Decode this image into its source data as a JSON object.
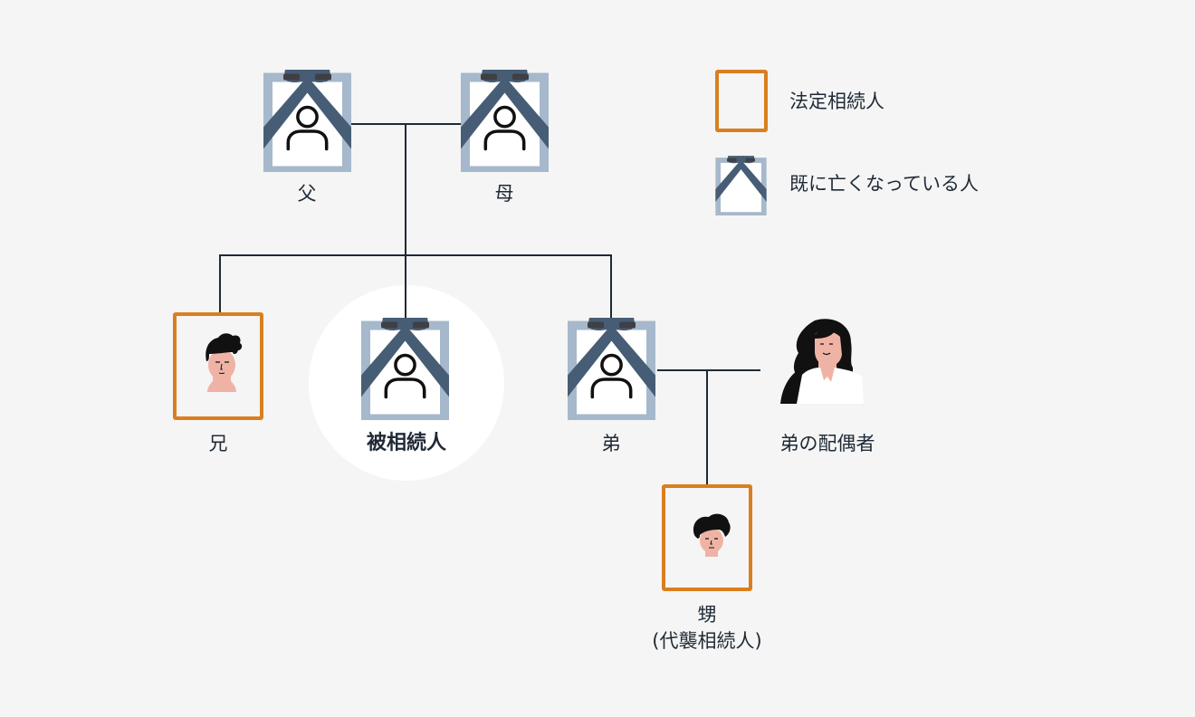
{
  "diagram": {
    "title": "",
    "colors": {
      "background": "#f5f5f5",
      "heir_border": "#d97f1f",
      "deceased_frame": "#a6b8cb",
      "ribbon": "#465d75",
      "ribbon_knot": "#3f3f44",
      "line": "#1f2a36",
      "text": "#1f2a36"
    },
    "legend": [
      {
        "icon": "orange-square-icon",
        "label": "法定相続人"
      },
      {
        "icon": "mourning-frame-icon",
        "label": "既に亡くなっている人"
      }
    ],
    "people": {
      "father": {
        "label": "父",
        "status": "deceased",
        "icon": "person-outline-icon"
      },
      "mother": {
        "label": "母",
        "status": "deceased",
        "icon": "person-outline-icon"
      },
      "elder_brother": {
        "label": "兄",
        "status": "legal-heir",
        "icon": "man-avatar-icon"
      },
      "decedent": {
        "label": "被相続人",
        "status": "deceased-focus",
        "icon": "person-outline-icon"
      },
      "younger_brother": {
        "label": "弟",
        "status": "deceased",
        "icon": "person-outline-icon"
      },
      "younger_brother_spouse": {
        "label": "弟の配偶者",
        "status": "none",
        "icon": "woman-avatar-icon"
      },
      "nephew": {
        "label": "甥",
        "sublabel": "(代襲相続人)",
        "status": "legal-heir",
        "icon": "boy-avatar-icon"
      }
    },
    "relations": [
      {
        "type": "marriage",
        "between": [
          "father",
          "mother"
        ]
      },
      {
        "type": "children",
        "of": [
          "father",
          "mother"
        ],
        "children": [
          "elder_brother",
          "decedent",
          "younger_brother"
        ]
      },
      {
        "type": "marriage",
        "between": [
          "younger_brother",
          "younger_brother_spouse"
        ]
      },
      {
        "type": "children",
        "of": [
          "younger_brother",
          "younger_brother_spouse"
        ],
        "children": [
          "nephew"
        ]
      }
    ]
  }
}
